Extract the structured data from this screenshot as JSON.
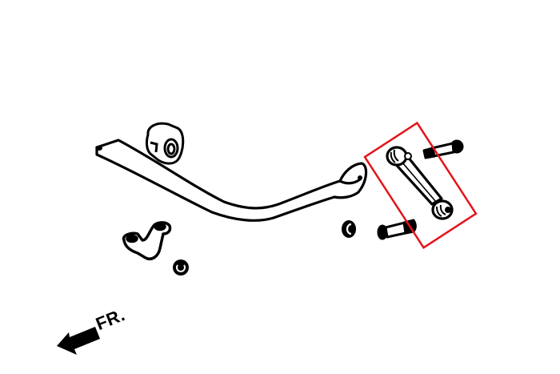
{
  "diagram": {
    "title": "",
    "description": "Stabilizer (sway) bar assembly exploded view with highlighted end link",
    "colors": {
      "line": "#000000",
      "background": "#ffffff",
      "highlight": "#e3141b"
    },
    "parts": [
      {
        "id": "sway-bar",
        "label": ""
      },
      {
        "id": "bushing",
        "label": ""
      },
      {
        "id": "bracket",
        "label": ""
      },
      {
        "id": "bracket-nut",
        "label": ""
      },
      {
        "id": "link-nut",
        "label": ""
      },
      {
        "id": "lower-bolt",
        "label": ""
      },
      {
        "id": "upper-bolt",
        "label": ""
      },
      {
        "id": "end-link",
        "label": "",
        "highlighted": true
      }
    ],
    "direction_indicator": {
      "label": "FR.",
      "icon": "arrow-left-down-icon"
    }
  }
}
